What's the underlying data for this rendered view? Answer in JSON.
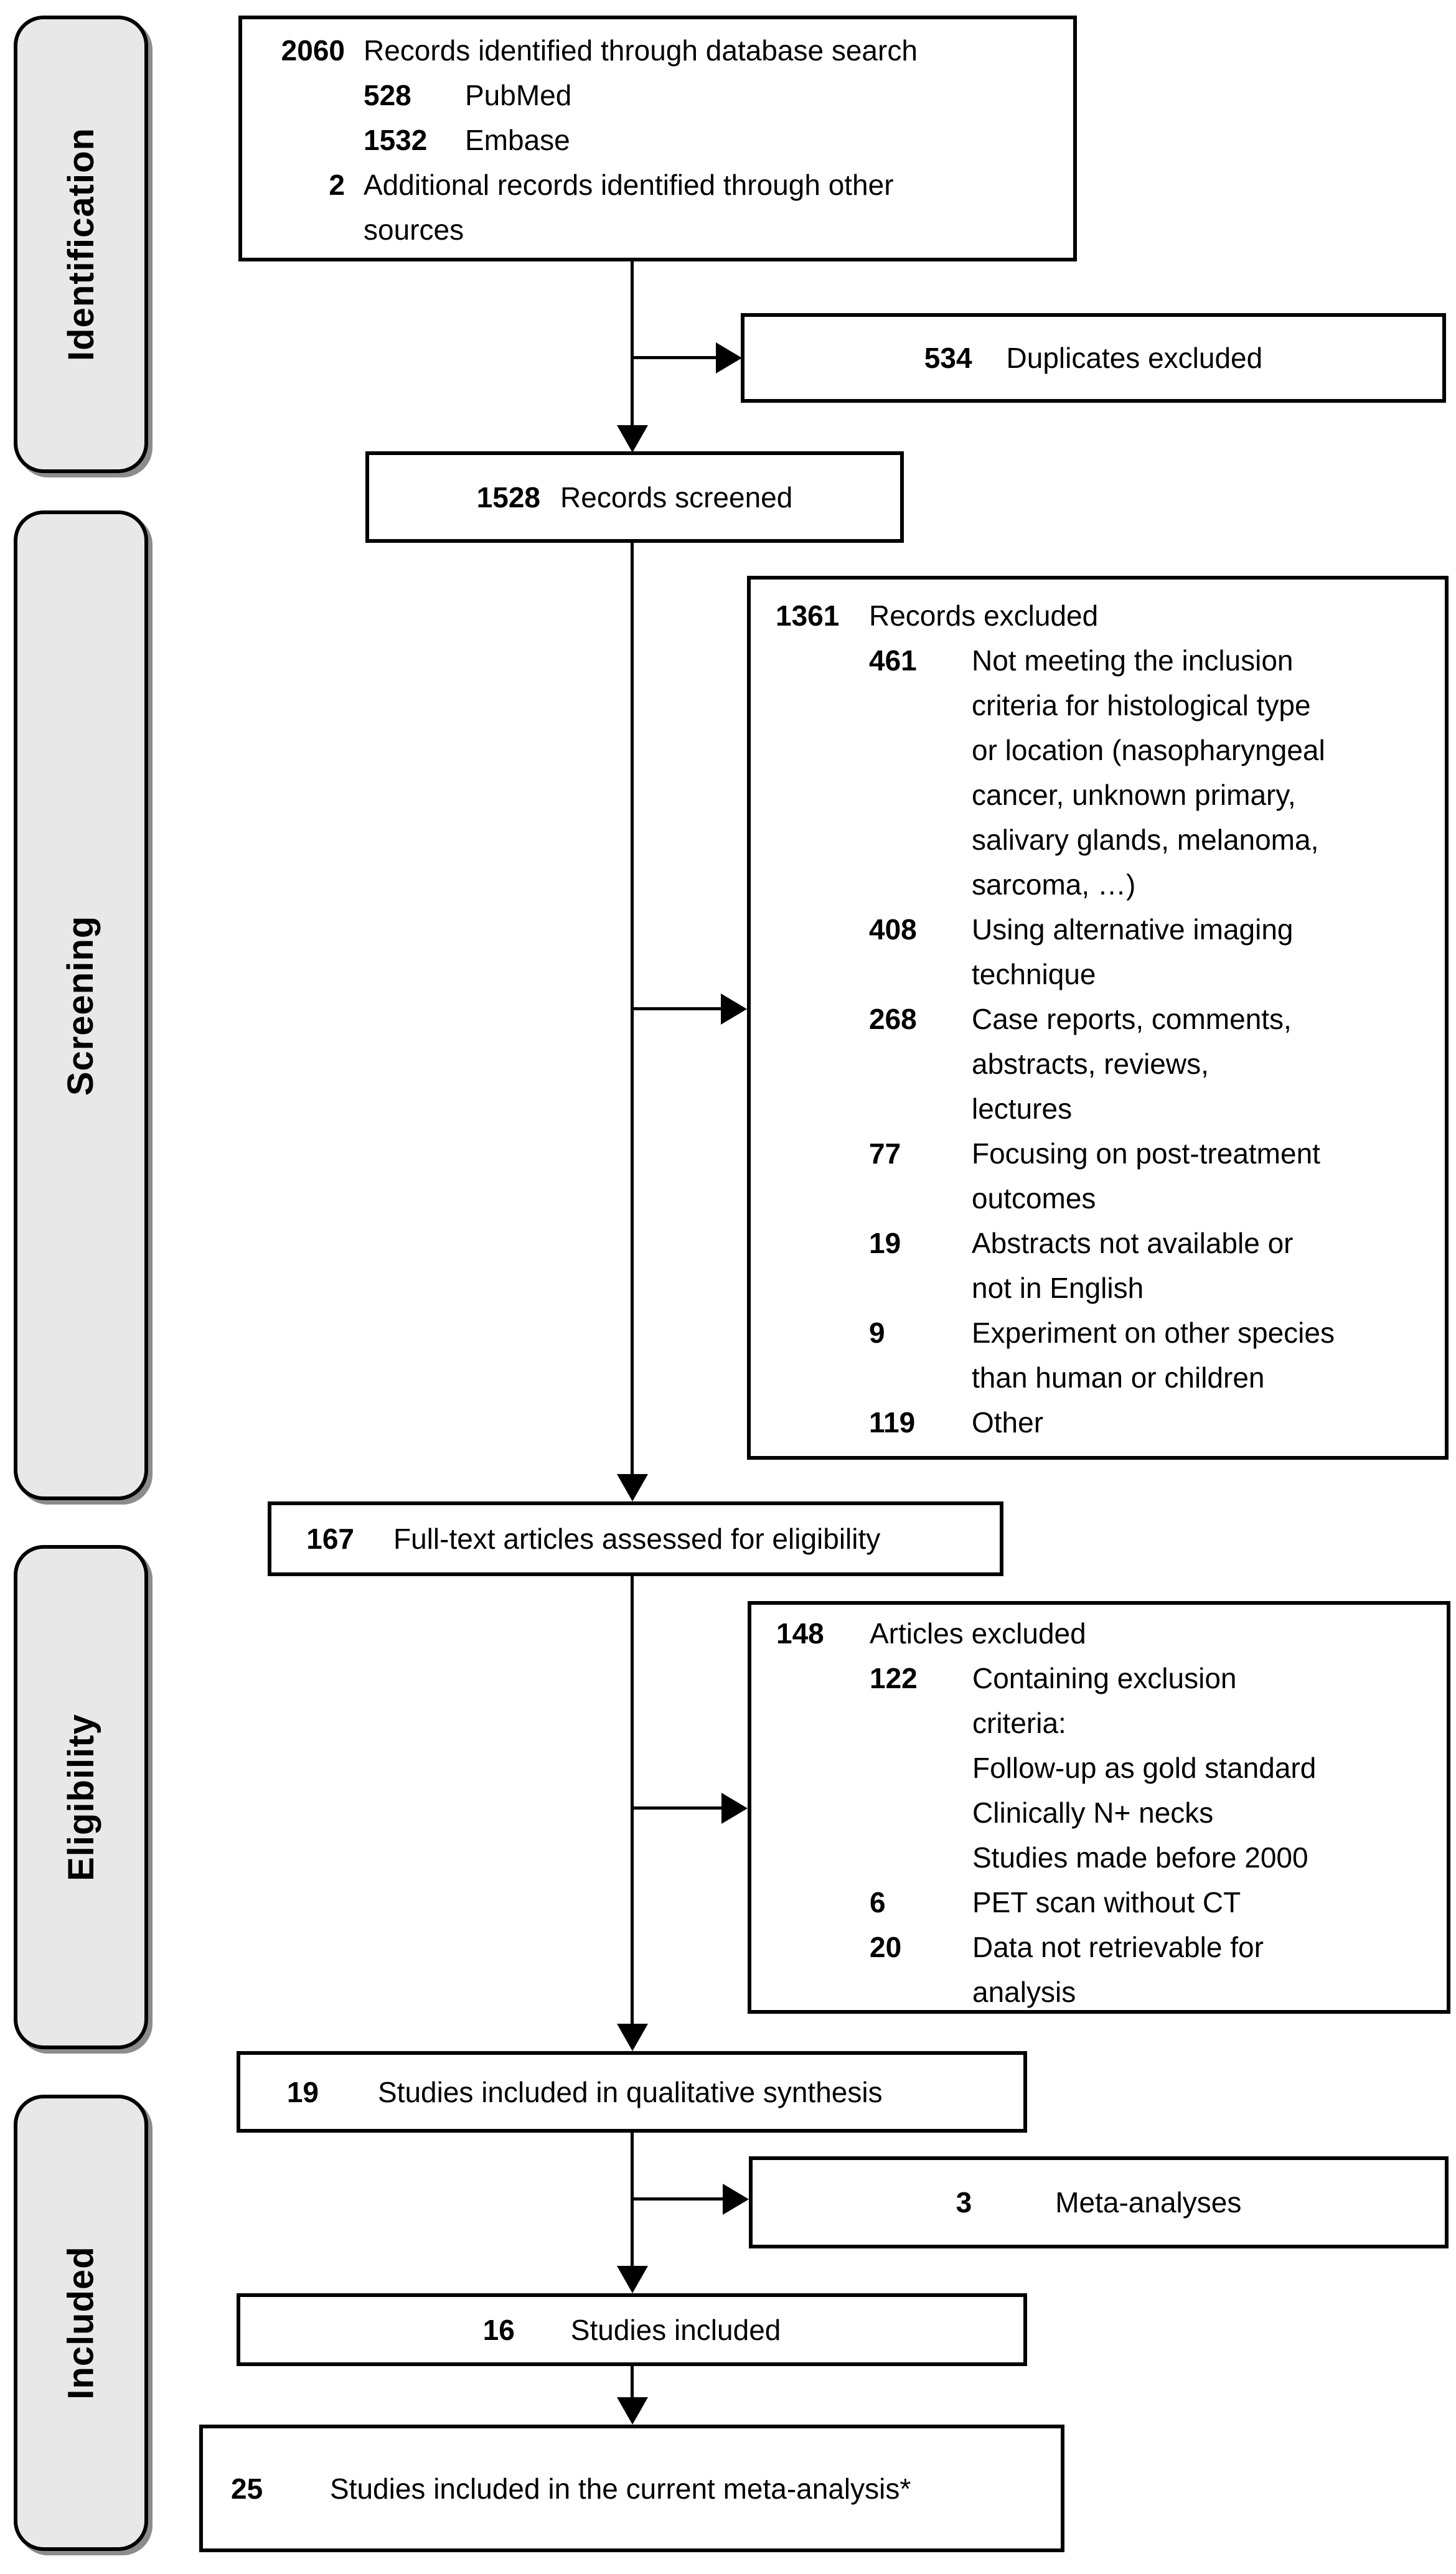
{
  "diagram_title": "PRISMA flow diagram",
  "colors": {
    "sidebar_fill": "#e8e8e8",
    "border": "#000000",
    "box_fill": "#ffffff",
    "text": "#000000"
  },
  "sidebar": {
    "labels": [
      "Identification",
      "Screening",
      "Eligibility",
      "Included"
    ]
  },
  "flow": {
    "identified": {
      "lines": [
        {
          "num": "2060",
          "text": "Records identified through database search"
        },
        {
          "num": "528",
          "text": "PubMed"
        },
        {
          "num": "1532",
          "text": "Embase"
        },
        {
          "num": "2",
          "text": "Additional records identified through other\nsources"
        }
      ]
    },
    "duplicates": {
      "num": "534",
      "text": "Duplicates excluded"
    },
    "screened": {
      "num": "1528",
      "text": "Records screened"
    },
    "records_excluded": {
      "lines": [
        {
          "num": "1361",
          "text": "Records excluded"
        },
        {
          "num": "461",
          "text": "Not meeting the inclusion\ncriteria for histological type\nor location (nasopharyngeal\ncancer, unknown primary,\nsalivary glands, melanoma,\nsarcoma, …)"
        },
        {
          "num": "408",
          "text": "Using alternative imaging\ntechnique"
        },
        {
          "num": "268",
          "text": "Case reports, comments,\nabstracts, reviews,\nlectures"
        },
        {
          "num": "77",
          "text": "Focusing on post-treatment\noutcomes"
        },
        {
          "num": "19",
          "text": "Abstracts not available or\nnot in English"
        },
        {
          "num": "9",
          "text": "Experiment on other species\nthan human or children"
        },
        {
          "num": "119",
          "text": "Other"
        }
      ]
    },
    "fulltext": {
      "num": "167",
      "text": "Full-text articles assessed for eligibility"
    },
    "articles_excluded": {
      "lines": [
        {
          "num": "148",
          "text": "Articles excluded"
        },
        {
          "num": "122",
          "text": "Containing exclusion\ncriteria:\nFollow-up as gold standard\nClinically N+ necks\nStudies made before 2000"
        },
        {
          "num": "6",
          "text": "PET scan without CT"
        },
        {
          "num": "20",
          "text": "Data not retrievable for\nanalysis"
        }
      ]
    },
    "qualitative": {
      "num": "19",
      "text": "Studies included in qualitative synthesis"
    },
    "meta_analyses": {
      "num": "3",
      "text": "Meta-analyses"
    },
    "included_16": {
      "num": "16",
      "text": "Studies included"
    },
    "included_25": {
      "num": "25",
      "text": "Studies included in the current meta-analysis*"
    }
  }
}
